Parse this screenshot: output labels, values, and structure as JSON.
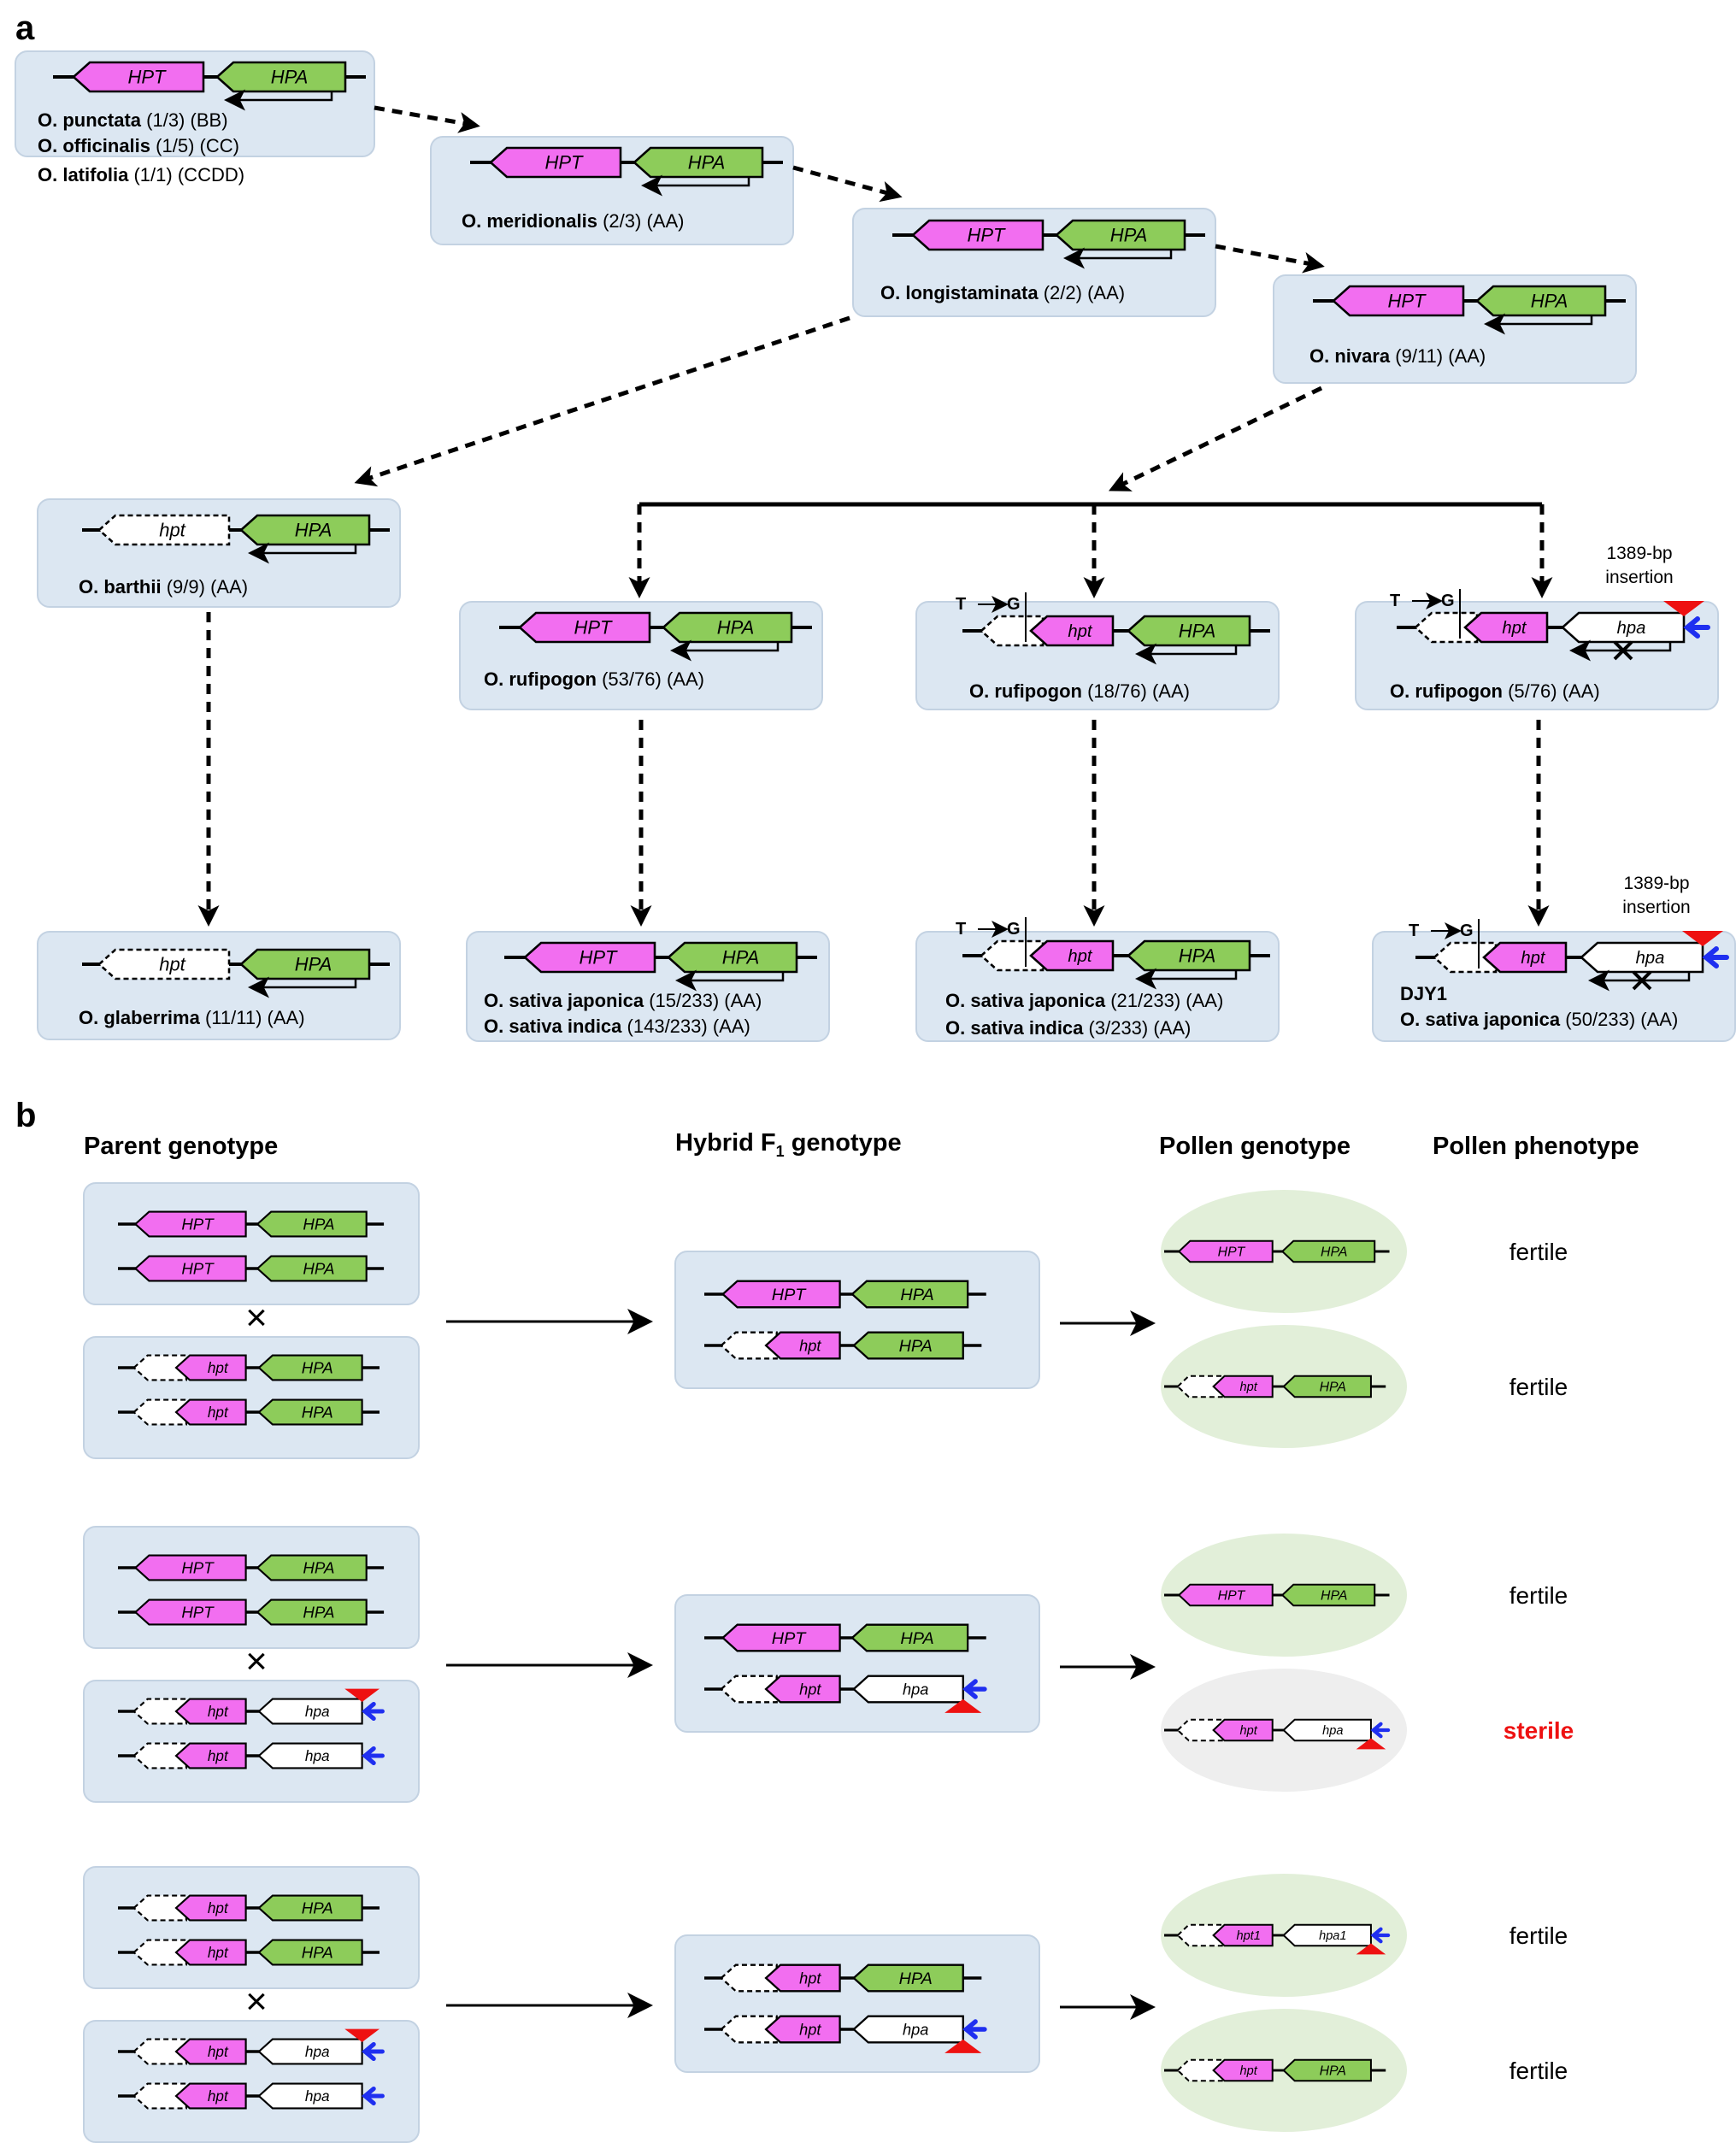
{
  "colors": {
    "box_fill": "#dce7f2",
    "box_stroke": "#c3d2e2",
    "hpt_fill": "#f26ef0",
    "hpa_fill": "#8dcc5a",
    "pollen_fertile": "#e2efd9",
    "pollen_sterile": "#eeeeee",
    "insertion": "#ee1111",
    "primer": "#1f2ff0",
    "sterile_text": "#ee1111"
  },
  "panels": {
    "a_label": "a",
    "b_label": "b"
  },
  "mutation": {
    "t": "T",
    "g": "G"
  },
  "insertion_label": {
    "line1": "1389-bp",
    "line2": "insertion"
  },
  "aa": "(AA)",
  "species": {
    "punctata": {
      "name": "O. punctata",
      "count": "(1/3)",
      "genome": "(BB)"
    },
    "officinalis": {
      "name": "O. officinalis",
      "count": "(1/5)",
      "genome": "(CC)"
    },
    "latifolia": {
      "name": "O. latifolia",
      "count": "(1/1)",
      "genome": "(CCDD)"
    },
    "meridionalis": {
      "name": "O. meridionalis",
      "count": "(2/3)"
    },
    "longistaminata": {
      "name": "O. longistaminata",
      "count": "(2/2)"
    },
    "nivara": {
      "name": "O. nivara",
      "count": "(9/11)"
    },
    "barthii": {
      "name": "O. barthii",
      "count": "(9/9)"
    },
    "rufipogon1": {
      "name": "O. rufipogon",
      "count": "(53/76)"
    },
    "rufipogon2": {
      "name": "O. rufipogon",
      "count": "(18/76)"
    },
    "rufipogon3": {
      "name": "O. rufipogon",
      "count": "(5/76)"
    },
    "glaberrima": {
      "name": "O. glaberrima",
      "count": "(11/11)"
    },
    "japonica1": {
      "name": "O. sativa japonica",
      "count": "(15/233)"
    },
    "indica1": {
      "name": "O. sativa indica",
      "count": "(143/233)"
    },
    "japonica2": {
      "name": "O. sativa japonica",
      "count": "(21/233)"
    },
    "indica2": {
      "name": "O. sativa indica",
      "count": "(3/233)"
    },
    "djy1": {
      "name": "DJY1"
    },
    "japonica3": {
      "name": "O. sativa  japonica",
      "count": "(50/233)"
    }
  },
  "genes": {
    "HPT": "HPT",
    "HPA": "HPA",
    "hpt": "hpt",
    "hpa": "hpa",
    "hpt1": "hpt1",
    "hpa1": "hpa1"
  },
  "b_headers": {
    "parent": "Parent genotype",
    "hybrid_prefix": "Hybrid F",
    "hybrid_sub": "1",
    "hybrid_suffix": " genotype",
    "pollen_genotype": "Pollen genotype",
    "pollen_phenotype": "Pollen phenotype"
  },
  "cross_symbol": "×",
  "phenotypes": {
    "fertile": "fertile",
    "sterile": "sterile"
  }
}
